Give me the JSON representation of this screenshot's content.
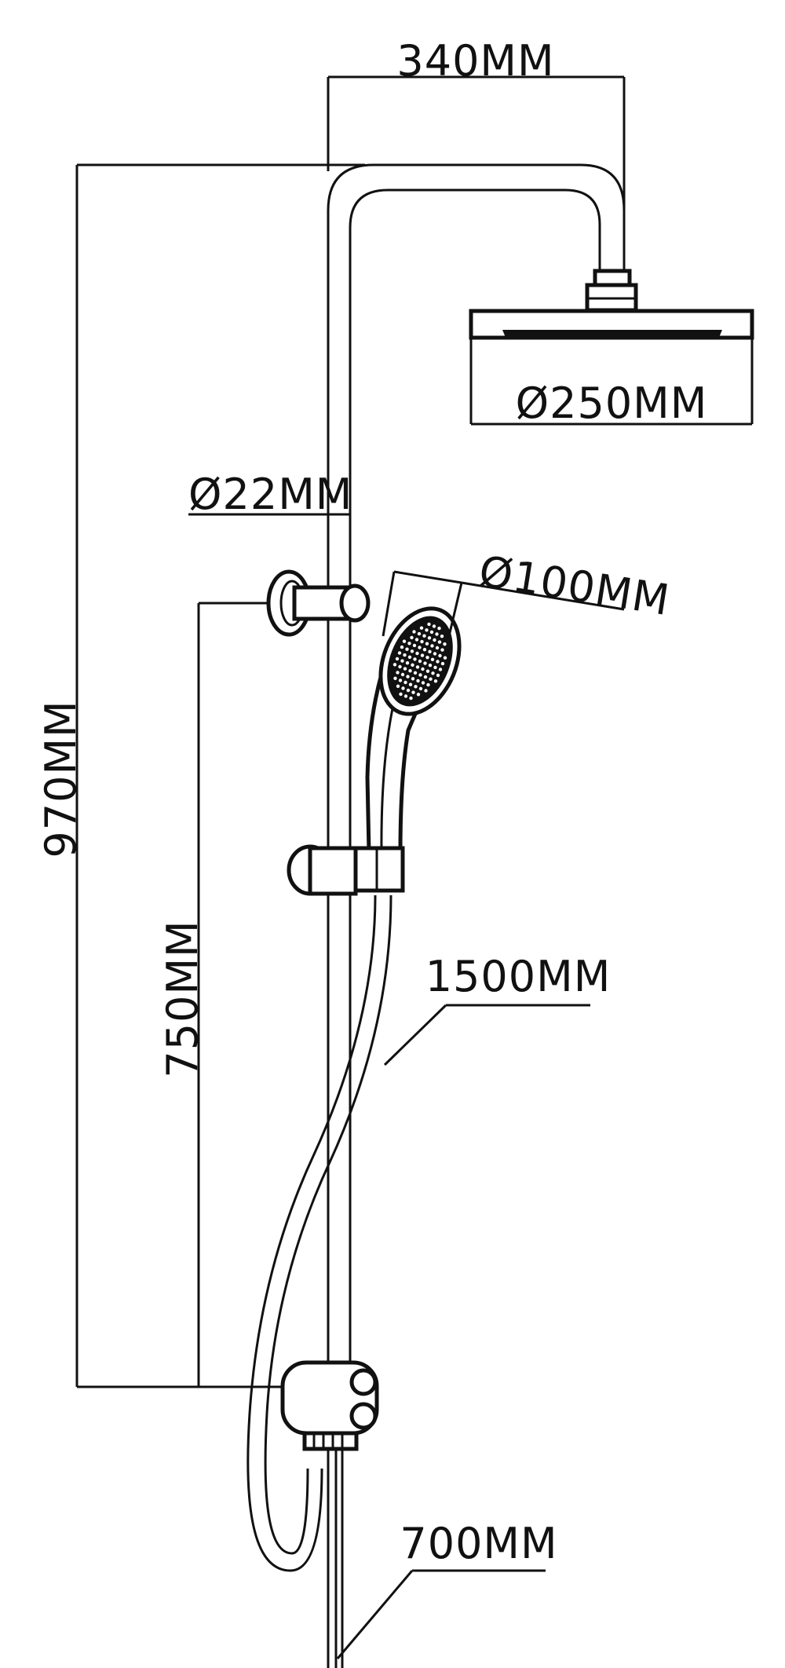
{
  "dimensions": {
    "top_width": "340MM",
    "rain_head_diameter": "Ø250MM",
    "pipe_diameter": "Ø22MM",
    "hand_shower_diameter": "Ø100MM",
    "total_height": "970MM",
    "holder_height": "750MM",
    "hose_length": "1500MM",
    "lower_pipe_length": "700MM"
  }
}
